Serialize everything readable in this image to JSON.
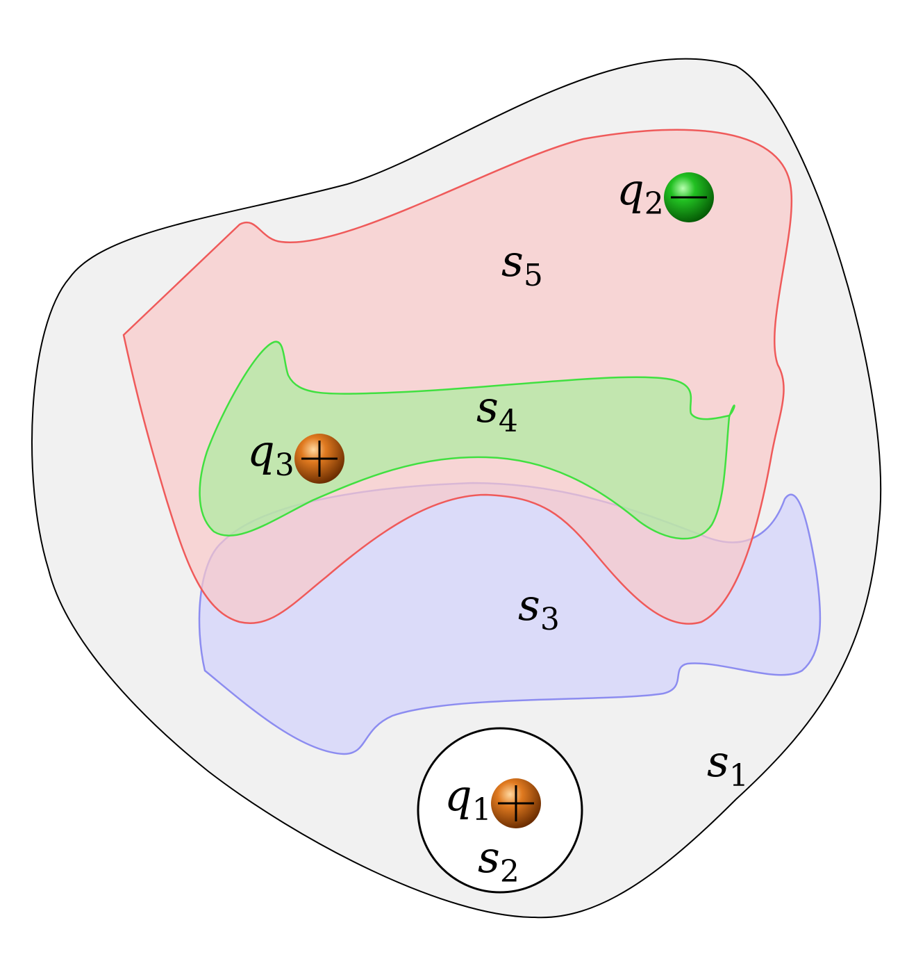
{
  "surfaces": {
    "s1": {
      "letter": "s",
      "subscript": "1"
    },
    "s2": {
      "letter": "s",
      "subscript": "2"
    },
    "s3": {
      "letter": "s",
      "subscript": "3"
    },
    "s4": {
      "letter": "s",
      "subscript": "4"
    },
    "s5": {
      "letter": "s",
      "subscript": "5"
    }
  },
  "charges": {
    "q1": {
      "letter": "q",
      "subscript": "1",
      "sign": "positive",
      "color": "#c8600e"
    },
    "q2": {
      "letter": "q",
      "subscript": "2",
      "sign": "negative",
      "color": "#1aa51a"
    },
    "q3": {
      "letter": "q",
      "subscript": "3",
      "sign": "positive",
      "color": "#c8600e"
    }
  },
  "colors": {
    "s1_fill": "#f1f1f1",
    "s1_stroke": "#000000",
    "s2_fill": "#ffffff",
    "s2_stroke": "#000000",
    "s3_fill": "#c8c8ff",
    "s3_stroke": "#8c8cf0",
    "s4_fill": "#a6ef9b",
    "s4_stroke": "#40e040",
    "s5_fill": "#f9d1d1",
    "s5_stroke": "#ef5a5a"
  }
}
